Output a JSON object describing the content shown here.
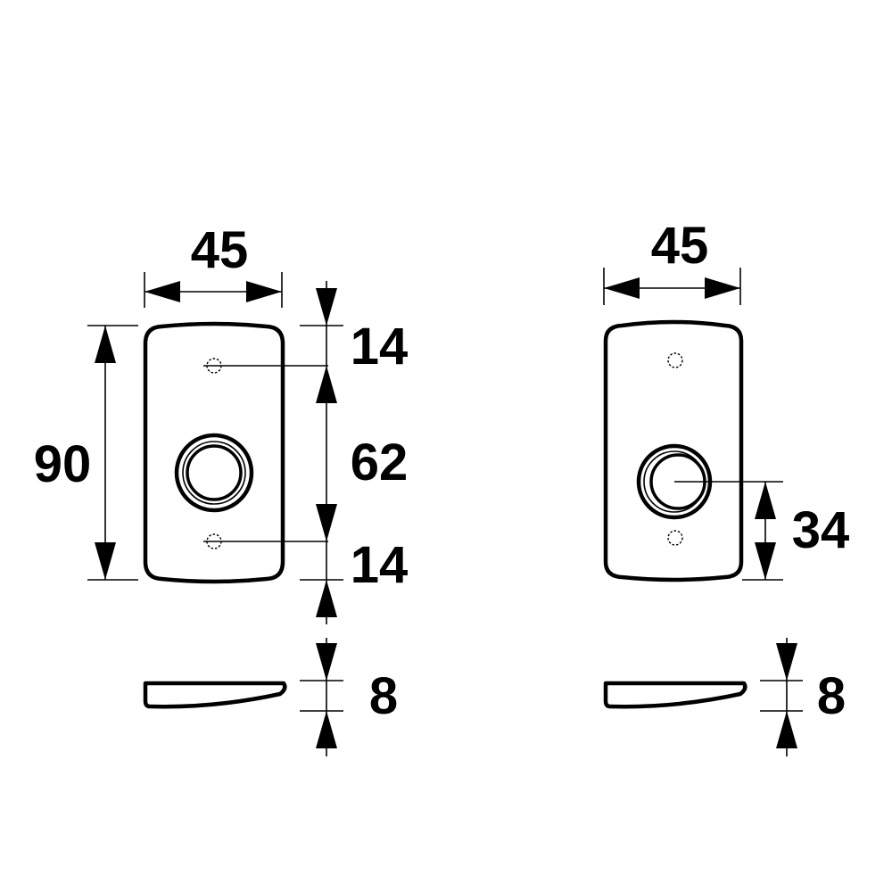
{
  "colors": {
    "line": "#000000",
    "background": "#ffffff"
  },
  "left_view": {
    "width_label": "45",
    "height_label": "90",
    "top_offset_label": "14",
    "hole_spacing_label": "62",
    "bottom_offset_label": "14",
    "thickness_label": "8"
  },
  "right_view": {
    "width_label": "45",
    "center_height_label": "34",
    "thickness_label": "8"
  }
}
